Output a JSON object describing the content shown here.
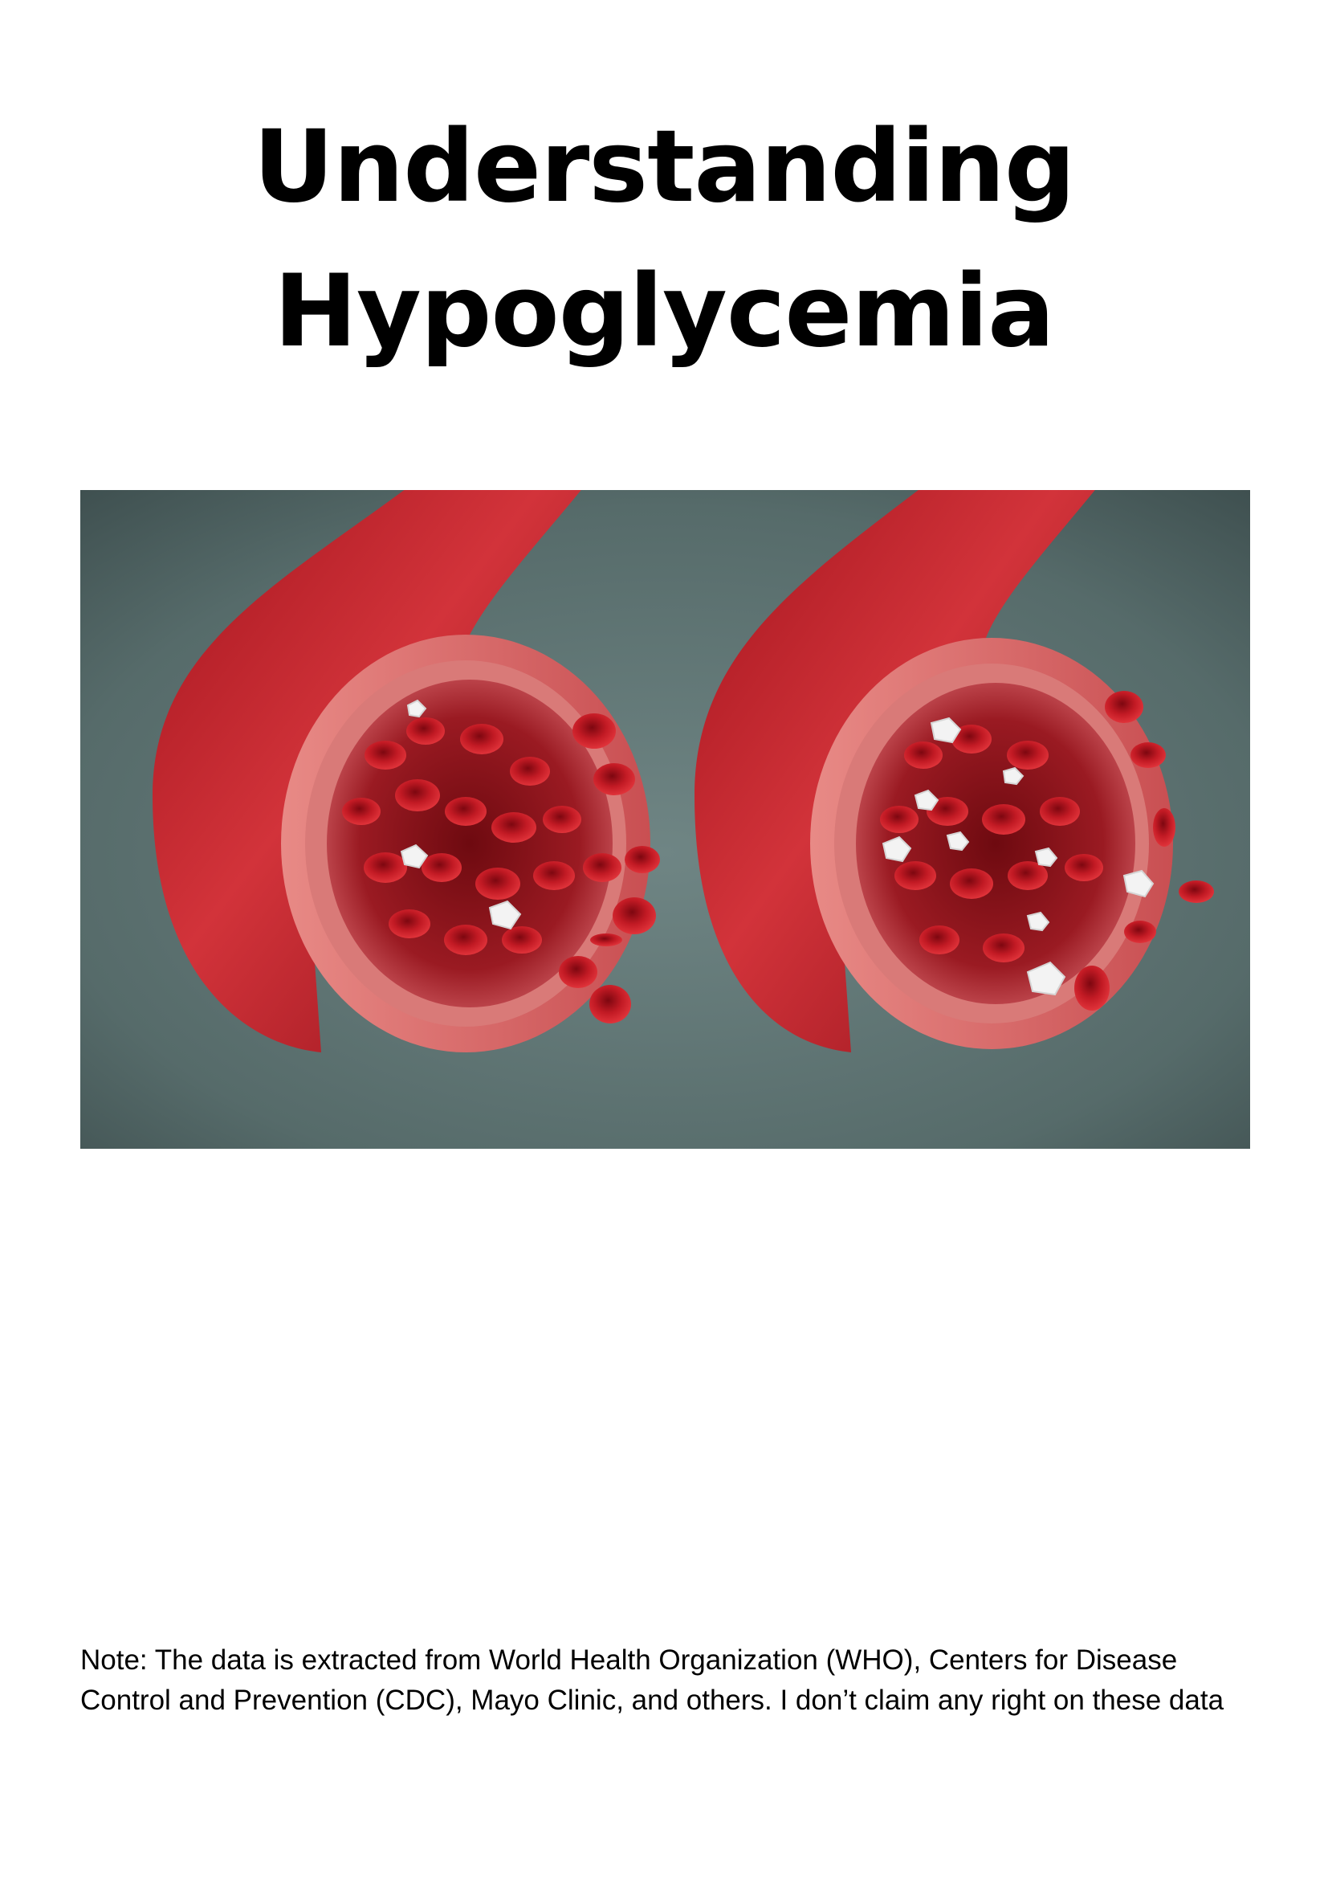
{
  "document": {
    "title_lines": [
      "Understanding",
      "Hypoglycemia"
    ],
    "note_lines": [
      "Note: The data is extracted from World Health Organization (WHO), Centers for Disease",
      "Control and Prevention (CDC), Mayo Clinic, and others. I don’t claim any right on these data"
    ]
  },
  "colors": {
    "background": "#ffffff",
    "text": "#000000",
    "backdrop": "#5f7574",
    "vessel": "#c0202a",
    "blood_cell": "#b3121c",
    "sugar_cube": "#f2f2f2"
  }
}
